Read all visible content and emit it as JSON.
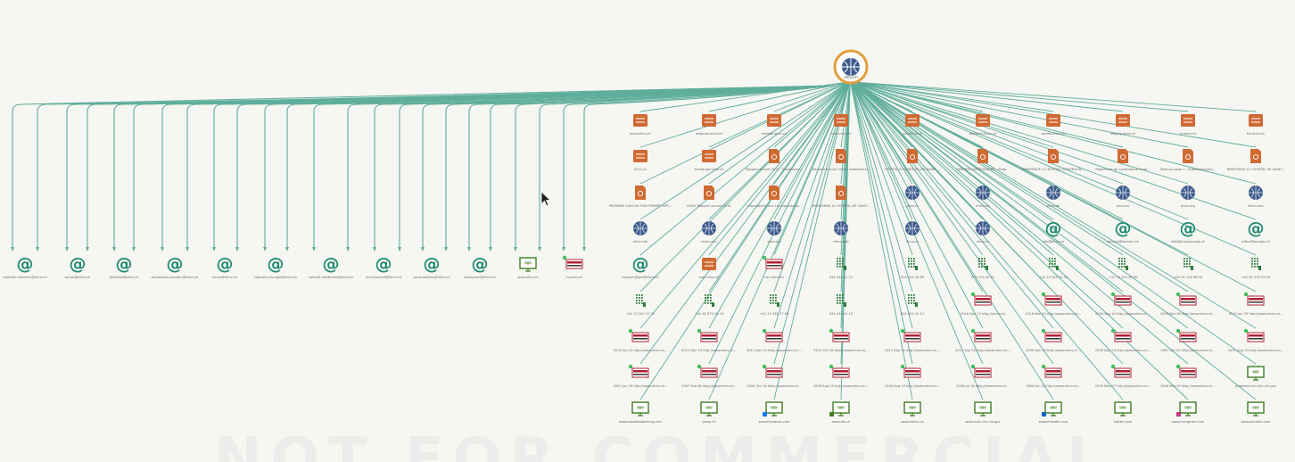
{
  "root": {
    "label": "ehnv.ch",
    "icon": "globe-icon"
  },
  "colors": {
    "edge": "#5fae9b",
    "hosting": "#d06a33",
    "document": "#d06a33",
    "domain": "#3e5b8c",
    "email": "#1f8a70",
    "website": "#3e7d22",
    "phone": "#2e7d3a",
    "archive": "#b02030",
    "root_ring": "#e39f3c"
  },
  "left_row": [
    {
      "type": "email",
      "label": "nathalie.vuillemin@ehnv.ch"
    },
    {
      "type": "email",
      "label": "secret@ehnv.ch"
    },
    {
      "type": "email",
      "label": "direction@ehnv.ch"
    },
    {
      "type": "email",
      "label": "secretariat.yverdon@ehnv.ch"
    },
    {
      "type": "email",
      "label": "hema@ehnv.ch"
    },
    {
      "type": "email",
      "label": "cabinet.chirurgie@ehnv.ch"
    },
    {
      "type": "email",
      "label": "cabinet.medecine@ehnv.ch"
    },
    {
      "type": "email",
      "label": "recrutement@ehnv.ch"
    },
    {
      "type": "email",
      "label": "consultations@ehnv.ch"
    },
    {
      "type": "email",
      "label": "admission@ehnv.ch"
    },
    {
      "type": "website",
      "label": "www.ehnv.ch"
    },
    {
      "type": "archive",
      "label": "cv.ehnv.ch"
    }
  ],
  "grid": [
    [
      {
        "type": "hosting",
        "label": "www.ehnv.ch"
      },
      {
        "type": "hosting",
        "label": "webmail.ehnv.ch"
      },
      {
        "type": "hosting",
        "label": "remote.ehnv.ch"
      },
      {
        "type": "hosting",
        "label": "mail.ehnv.ch"
      },
      {
        "type": "hosting",
        "label": "vpn.ehnv.ch"
      },
      {
        "type": "hosting",
        "label": "extranet.ehnv.ch"
      },
      {
        "type": "hosting",
        "label": "portail.ehnv.ch"
      },
      {
        "type": "hosting",
        "label": "staging.ehnv.ch"
      },
      {
        "type": "hosting",
        "label": "ns.ehnv.ch"
      },
      {
        "type": "hosting",
        "label": "ftp.ehnv.ch"
      }
    ],
    [
      {
        "type": "hosting",
        "label": "ehnv.ch"
      },
      {
        "type": "hosting",
        "label": "exchange.ehnv.ch"
      },
      {
        "type": "document",
        "label": "Rapport annuel 2015 - Etablissem..."
      },
      {
        "type": "document",
        "label": "Rapport annuel 2016 - Etablissem..."
      },
      {
        "type": "document",
        "label": "HOPITAL D'YVERDON-LES-BAINS ..."
      },
      {
        "type": "document",
        "label": "SERVICES DE PEDIATRIE - Etabl..."
      },
      {
        "type": "document",
        "label": "BIENVENUE A L'HOPITAL D'YVERDON..."
      },
      {
        "type": "document",
        "label": "Reglement de candidature Proje..."
      },
      {
        "type": "document",
        "label": "Mise en page 1 - Etablissements..."
      },
      {
        "type": "document",
        "label": "BIENVENUE A L'HOPITAL DE SAINT..."
      }
    ],
    [
      {
        "type": "document",
        "label": "PRENDRE SOIN DE SON PERINEE APR..."
      },
      {
        "type": "document",
        "label": "EHNV Rapport annuel 2014"
      },
      {
        "type": "document",
        "label": "Informations aux Laryngectomis..."
      },
      {
        "type": "document",
        "label": "BIENVENUE A L'HOPITAL DE SAINT..."
      },
      {
        "type": "domain",
        "label": "ehnv.fr"
      },
      {
        "type": "domain",
        "label": "ehnv.net"
      },
      {
        "type": "domain",
        "label": "ehnv.de"
      },
      {
        "type": "domain",
        "label": "ehnv.eu"
      },
      {
        "type": "domain",
        "label": "ehnv.org"
      },
      {
        "type": "domain",
        "label": "ehnv.com"
      }
    ],
    [
      {
        "type": "domain",
        "label": "ehnv.info"
      },
      {
        "type": "domain",
        "label": "ehnv.com"
      },
      {
        "type": "domain",
        "label": "ehnv.biz"
      },
      {
        "type": "domain",
        "label": "ehnv.asia"
      },
      {
        "type": "domain",
        "label": "ehnv.cn"
      },
      {
        "type": "domain",
        "label": "ehnv.us"
      },
      {
        "type": "email",
        "label": "info@ehnv.ch"
      },
      {
        "type": "email",
        "label": "contact@domain.ch"
      },
      {
        "type": "email",
        "label": "info@physiosuisse.ch"
      },
      {
        "type": "email",
        "label": "office@groupe.ch"
      }
    ],
    [
      {
        "type": "email",
        "label": "brouwer@gw@ehnv.ch"
      },
      {
        "type": "hosting",
        "label": "mail.ehnv.ch"
      },
      {
        "type": "archive",
        "label": "ns2.ehnv.ch"
      },
      {
        "type": "phone",
        "label": "024 424 41 21"
      },
      {
        "type": "phone",
        "label": "024 424 44 89"
      },
      {
        "type": "phone",
        "label": "079 123 45 67"
      },
      {
        "type": "phone",
        "label": "+41 24 424 42 12"
      },
      {
        "type": "phone",
        "label": "+41 24 424 48 90"
      },
      {
        "type": "phone",
        "label": "+41 61 205 88 90"
      },
      {
        "type": "phone",
        "label": "+41 61 379 05 05"
      }
    ],
    [
      {
        "type": "phone",
        "label": "+41 22 307 07 10"
      },
      {
        "type": "phone",
        "label": "+41 61 379 05 19"
      },
      {
        "type": "phone",
        "label": "+41 22 362 77 96"
      },
      {
        "type": "phone",
        "label": "024 424 41 10"
      },
      {
        "type": "phone",
        "label": "024 424 41 17"
      },
      {
        "type": "archive",
        "label": "2016 Dec 17 http://ehnv.ch/"
      },
      {
        "type": "archive",
        "label": "2016 Dec 03 http://www.ehnv.ch..."
      },
      {
        "type": "archive",
        "label": "2016 Sep 14 http://www.ehnv.ch..."
      },
      {
        "type": "archive",
        "label": "2016 Mar 08 http://www.ehnv.ch..."
      },
      {
        "type": "archive",
        "label": "2015 Jun 29 http://www.ehnv.ch..."
      }
    ],
    [
      {
        "type": "archive",
        "label": "2015 Jun 13 http://www.ehnv.ch..."
      },
      {
        "type": "archive",
        "label": "2011 Dec 29 http://www.ehnv.ch..."
      },
      {
        "type": "archive",
        "label": "2011 Nov 23 http://www.ehnv.ch..."
      },
      {
        "type": "archive",
        "label": "2011 Oct 26 http://www.ehnv.ch..."
      },
      {
        "type": "archive",
        "label": "2011 Sep 24 http://www.ehnv.ch..."
      },
      {
        "type": "archive",
        "label": "2011 Sep 04 http://www.ehnv.ch..."
      },
      {
        "type": "archive",
        "label": "2009 Dec 03 http://www.ehnv.ch..."
      },
      {
        "type": "archive",
        "label": "2009 Nov 24 http://www.ehnv.ch..."
      },
      {
        "type": "archive",
        "label": "2007 Oct 25 http://www.ehnv.ch..."
      },
      {
        "type": "archive",
        "label": "2007 Aug 23 http://www.ehnv.ch..."
      }
    ],
    [
      {
        "type": "archive",
        "label": "2007 Jun 29 http://www.ehnv.ch..."
      },
      {
        "type": "archive",
        "label": "2007 Feb 08 http://www.ehnv.ch..."
      },
      {
        "type": "archive",
        "label": "2006 Oct 18 http://www.ehnv.ch..."
      },
      {
        "type": "archive",
        "label": "2006 Aug 19 http://www.ehnv.ch..."
      },
      {
        "type": "archive",
        "label": "2006 Aug 19 http://www.ehnv.ch..."
      },
      {
        "type": "archive",
        "label": "2006 Jul 18 http://www.ehnv.ch..."
      },
      {
        "type": "archive",
        "label": "2006 Jun 10 http://www.ehnv.ch..."
      },
      {
        "type": "archive",
        "label": "2006 May 07 http://www.ehnv.ch..."
      },
      {
        "type": "archive",
        "label": "2006 Mar 02 http://www.ehnv.ch..."
      },
      {
        "type": "website",
        "label": "pubmed.ncbi.nlm.nih.gov"
      }
    ],
    [
      {
        "type": "website",
        "label": "www.swissbiobanking.com"
      },
      {
        "type": "website",
        "label": "gmsp.ch"
      },
      {
        "type": "website",
        "label": "www.facebook.com",
        "badge": "facebook"
      },
      {
        "type": "website",
        "label": "www.ofs.ch",
        "badge": "document"
      },
      {
        "type": "website",
        "label": "www.admin.ch"
      },
      {
        "type": "website",
        "label": "www.ncbi.nlm.nih.gov"
      },
      {
        "type": "website",
        "label": "www.linkedin.com",
        "badge": "linkedin"
      },
      {
        "type": "website",
        "label": "twitter.com"
      },
      {
        "type": "website",
        "label": "www.instagram.com",
        "badge": "instagram"
      },
      {
        "type": "website",
        "label": "www.doctolib.com"
      }
    ]
  ],
  "watermark": "NOT FOR COMMERCIAL USE"
}
